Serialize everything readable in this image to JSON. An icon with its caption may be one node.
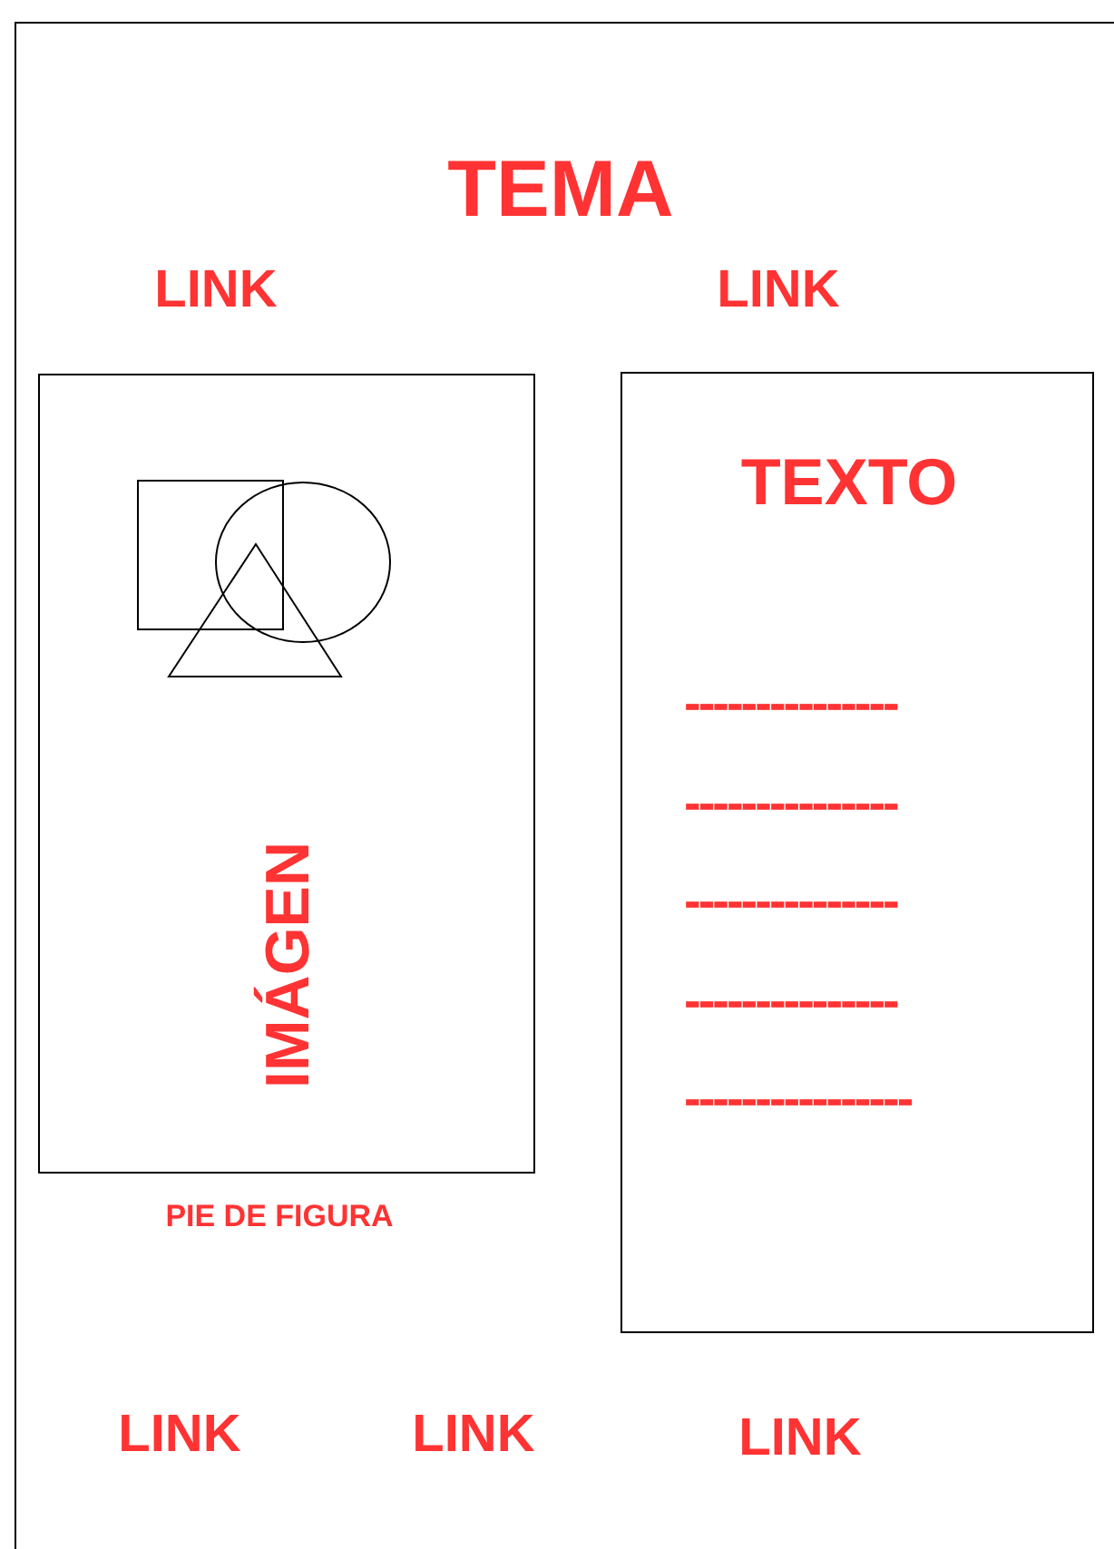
{
  "diagram": {
    "title": "TEMA",
    "nodes": [
      {
        "text": [],
        "shape": "box"
      },
      {
        "text": [
          "IMÁGEN"
        ],
        "beside": [
          "PIE DE FIGURA"
        ],
        "in": 0
      },
      {
        "text": [
          "TEXTO",
          "---------------",
          "---------------",
          "---------------",
          "---------------",
          "----------------"
        ],
        "in": 0
      }
    ],
    "labels": [
      "LINK",
      "LINK",
      "LINK",
      "LINK",
      "LINK"
    ]
  }
}
